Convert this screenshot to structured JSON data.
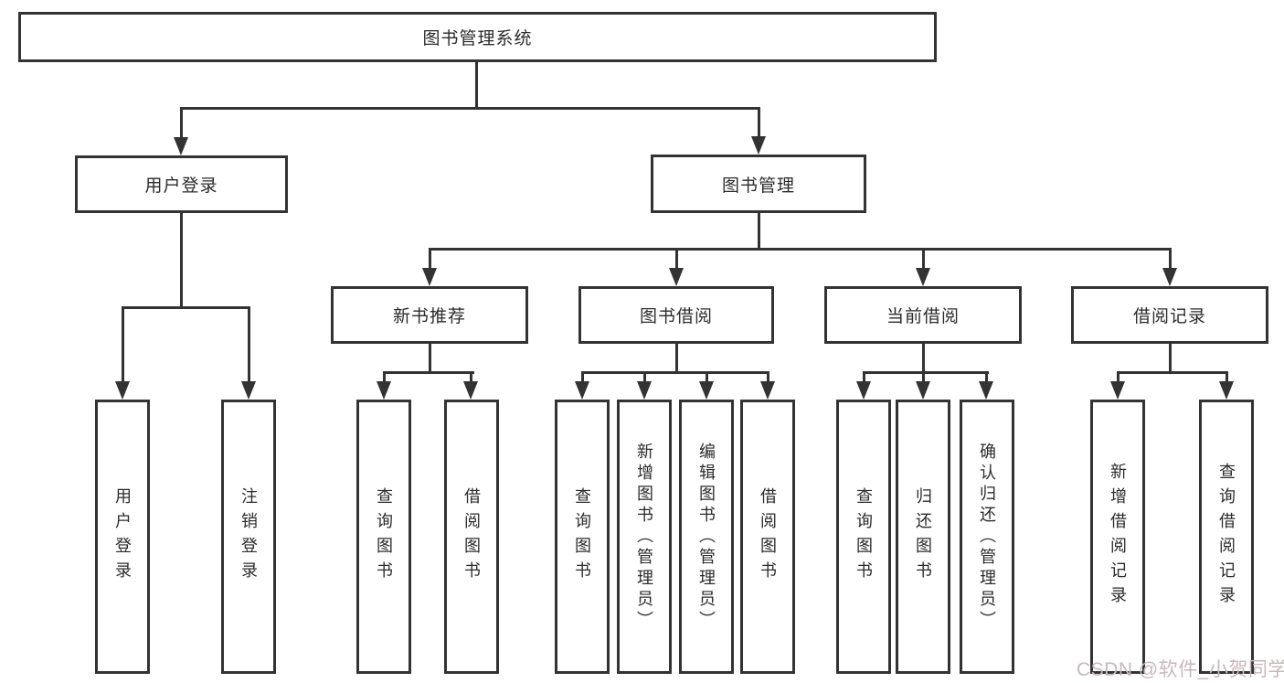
{
  "diagram": {
    "title_box": {
      "label": "图书管理系统"
    },
    "branches": {
      "user_login": {
        "label": "用户登录",
        "children": [
          {
            "label": "用户登录"
          },
          {
            "label": "注销登录"
          }
        ]
      },
      "book_mgmt": {
        "label": "图书管理",
        "sections": [
          {
            "key": "new_book_recommend",
            "label": "新书推荐",
            "children": [
              {
                "label": "查询图书"
              },
              {
                "label": "借阅图书"
              }
            ]
          },
          {
            "key": "book_borrow",
            "label": "图书借阅",
            "children": [
              {
                "label": "查询图书"
              },
              {
                "label": "新增图书（管理员）"
              },
              {
                "label": "编辑图书（管理员）"
              },
              {
                "label": "借阅图书"
              }
            ]
          },
          {
            "key": "current_borrow",
            "label": "当前借阅",
            "children": [
              {
                "label": "查询图书"
              },
              {
                "label": "归还图书"
              },
              {
                "label": "确认归还（管理员）"
              }
            ]
          },
          {
            "key": "borrow_record",
            "label": "借阅记录",
            "children": [
              {
                "label": "新增借阅记录"
              },
              {
                "label": "查询借阅记录"
              }
            ]
          }
        ]
      }
    },
    "watermark": {
      "text": "CSDN @软件_小贺同学"
    },
    "colors": {
      "line": "#333333",
      "text": "#2b2b2b",
      "background": "#ffffff",
      "watermark": "#c9b7bb"
    }
  }
}
